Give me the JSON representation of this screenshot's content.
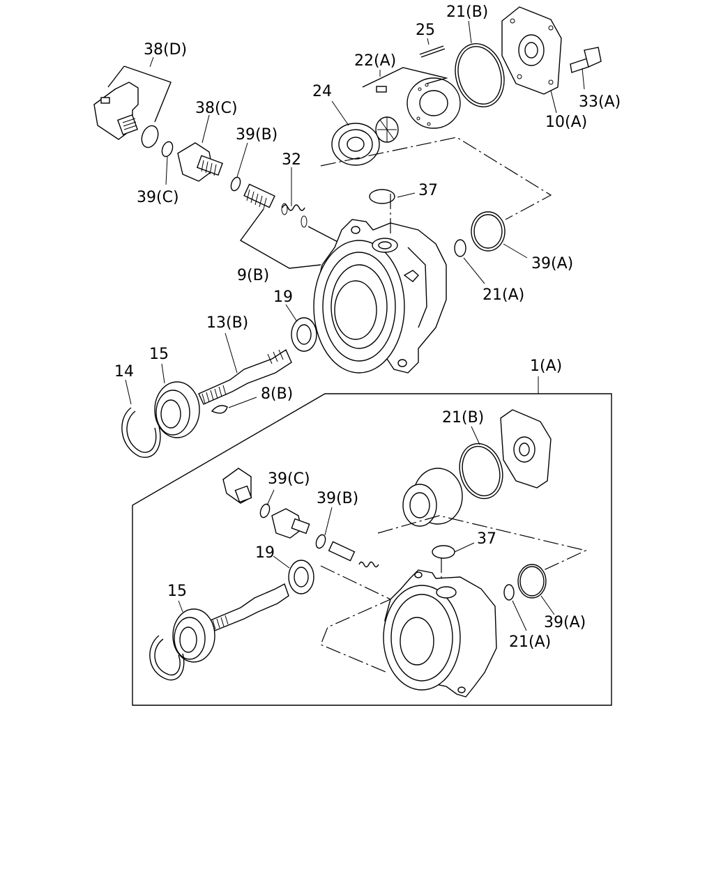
{
  "callouts": {
    "c38D": "38(D)",
    "c38C": "38(C)",
    "c39B_top": "39(B)",
    "c39C_top": "39(C)",
    "c32": "32",
    "c24": "24",
    "c22A": "22(A)",
    "c25": "25",
    "c21B_top": "21(B)",
    "c33A": "33(A)",
    "c10A": "10(A)",
    "c37_top": "37",
    "c39A_top": "39(A)",
    "c21A_top": "21(A)",
    "c9B": "9(B)",
    "c19_top": "19",
    "c13B": "13(B)",
    "c15_top": "15",
    "c14": "14",
    "c8B": "8(B)",
    "c1A": "1(A)",
    "c21B_bot": "21(B)",
    "c39C_bot": "39(C)",
    "c39B_bot": "39(B)",
    "c37_bot": "37",
    "c19_bot": "19",
    "c15_bot": "15",
    "c39A_bot": "39(A)",
    "c21A_bot": "21(A)"
  }
}
